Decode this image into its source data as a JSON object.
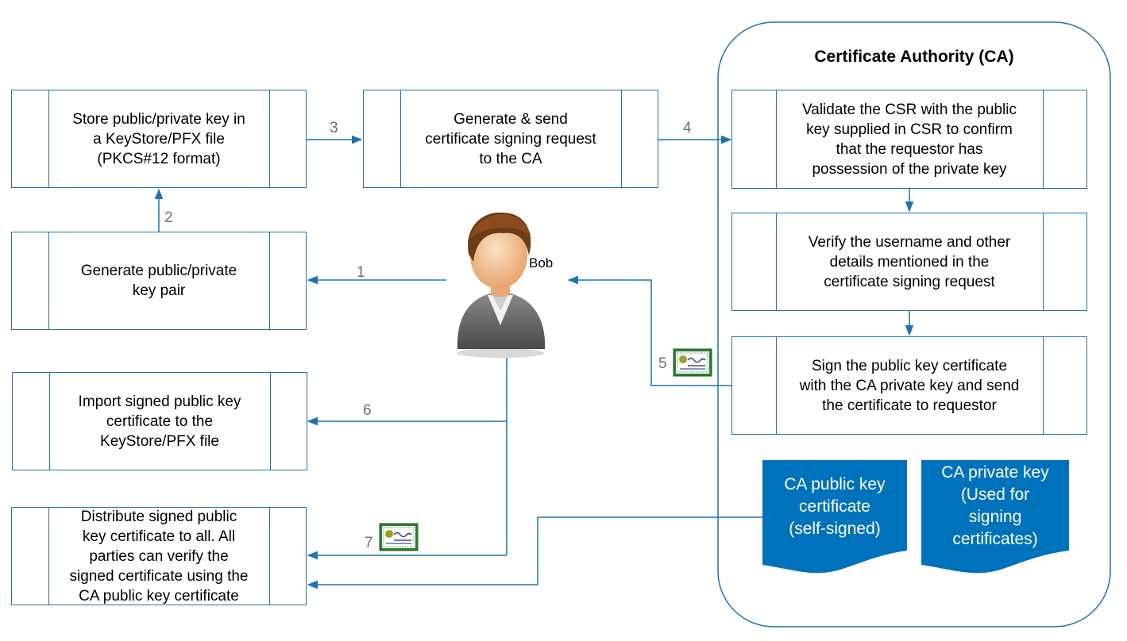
{
  "ca": {
    "title": "Certificate Authority (CA)"
  },
  "bob": {
    "name": "Bob"
  },
  "boxes": {
    "store": "Store public/private key in\na KeyStore/PFX file\n(PKCS#12 format)",
    "generate_csr": "Generate & send\ncertificate signing request\nto the CA",
    "generate_keypair": "Generate public/private\nkey pair",
    "import": "Import signed public key\ncertificate to the\nKeyStore/PFX file",
    "distribute": "Distribute signed public\nkey certificate to all. All\nparties can verify the\nsigned certificate using the\nCA public key certificate",
    "validate": "Validate the CSR with the public\nkey supplied in CSR to confirm\nthat the requestor has\npossession of the private key",
    "verify": "Verify the username and other\ndetails mentioned in the\ncertificate signing request",
    "sign": "Sign the public key certificate\nwith the CA private key and send\nthe certificate to requestor"
  },
  "docs": {
    "ca_public": "CA public key\ncertificate\n(self-signed)",
    "ca_private": "CA private key\n(Used for\nsigning\ncertificates)"
  },
  "steps": [
    "1",
    "2",
    "3",
    "4",
    "5",
    "6",
    "7"
  ],
  "colors": {
    "line": "#1f72b4",
    "doc_fill": "#0072bc",
    "step_text": "#6e6e6e"
  }
}
